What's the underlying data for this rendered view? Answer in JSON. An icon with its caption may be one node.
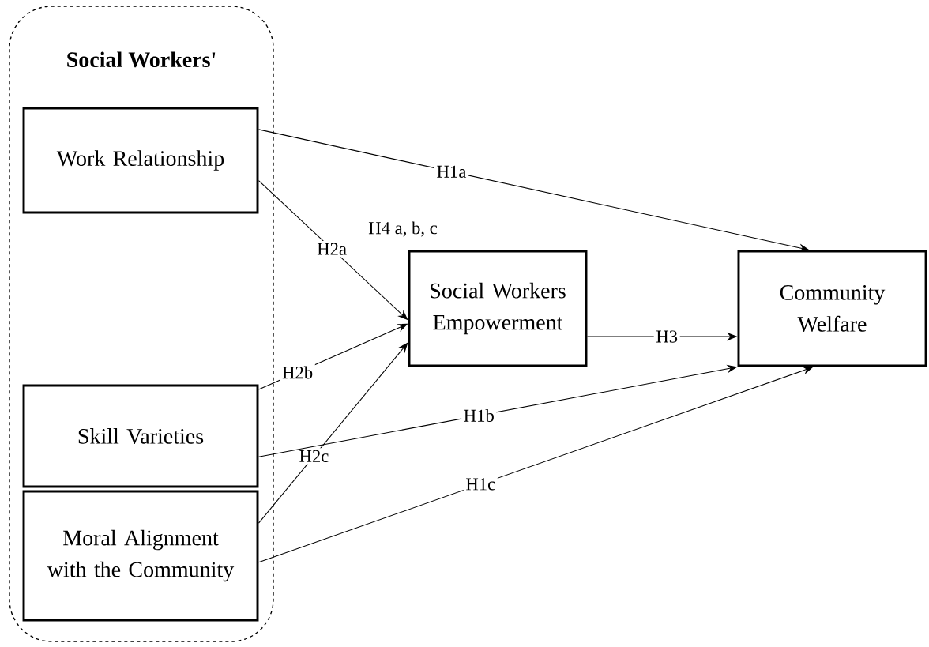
{
  "diagram": {
    "nodes": [
      {
        "text": [
          "Social Workers'"
        ]
      },
      {
        "text": [
          "Work Relationship"
        ],
        "in": 0
      },
      {
        "text": [
          "Skill Varieties"
        ],
        "in": 0
      },
      {
        "text": [
          "Moral Alignment with the Community"
        ],
        "in": 0
      },
      {
        "text": [
          "Social Workers Empowerment"
        ]
      },
      {
        "text": [
          "Community Welfare"
        ]
      }
    ],
    "edges": [
      {
        "from": 1,
        "to": 5,
        "arrow": "to",
        "label": "H1a"
      },
      {
        "from": 1,
        "to": 4,
        "arrow": "to",
        "label": "H2a"
      },
      {
        "from": 2,
        "to": 4,
        "arrow": "to",
        "label": "H2b"
      },
      {
        "from": 3,
        "to": 4,
        "arrow": "to",
        "label": "H2c"
      },
      {
        "from": 4,
        "to": 5,
        "arrow": "to",
        "label": "H3"
      },
      {
        "from": 2,
        "to": 5,
        "arrow": "to",
        "label": "H1b"
      },
      {
        "from": 3,
        "to": 5,
        "arrow": "to",
        "label": "H1c"
      }
    ],
    "labels": [
      "H4 a, b, c"
    ]
  }
}
